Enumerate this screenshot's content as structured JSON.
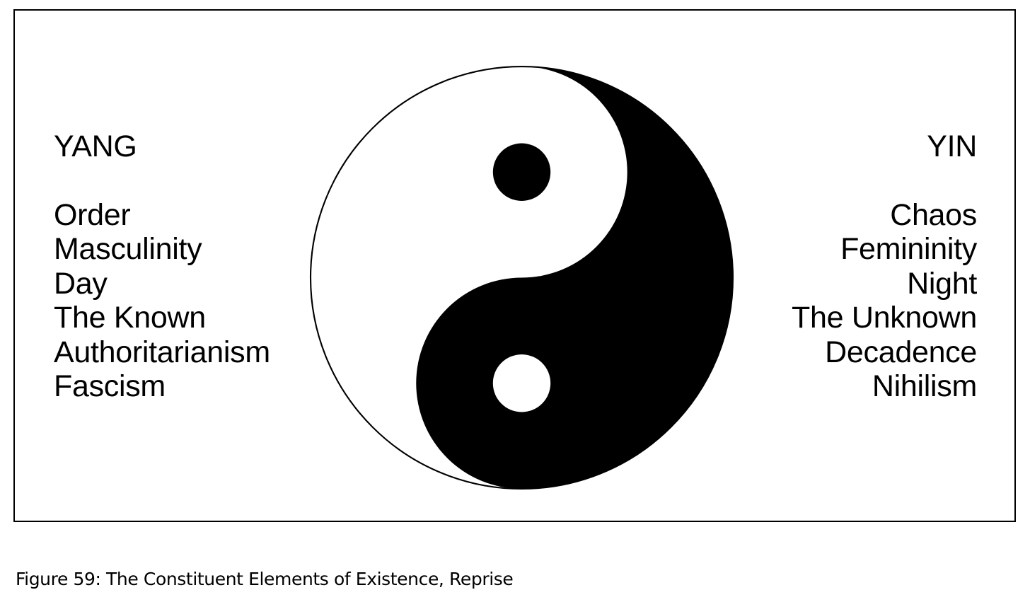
{
  "figure": {
    "caption": "Figure 59: The Constituent Elements of Existence, Reprise"
  },
  "yang": {
    "heading": "YANG",
    "items": [
      "Order",
      "Masculinity",
      "Day",
      "The Known",
      "Authoritarianism",
      "Fascism"
    ]
  },
  "yin": {
    "heading": "YIN",
    "items": [
      "Chaos",
      "Femininity",
      "Night",
      "The Unknown",
      "Decadence",
      "Nihilism"
    ]
  },
  "symbol": {
    "icon": "yin-yang-icon",
    "colors": {
      "light": "#ffffff",
      "dark": "#000000"
    }
  }
}
